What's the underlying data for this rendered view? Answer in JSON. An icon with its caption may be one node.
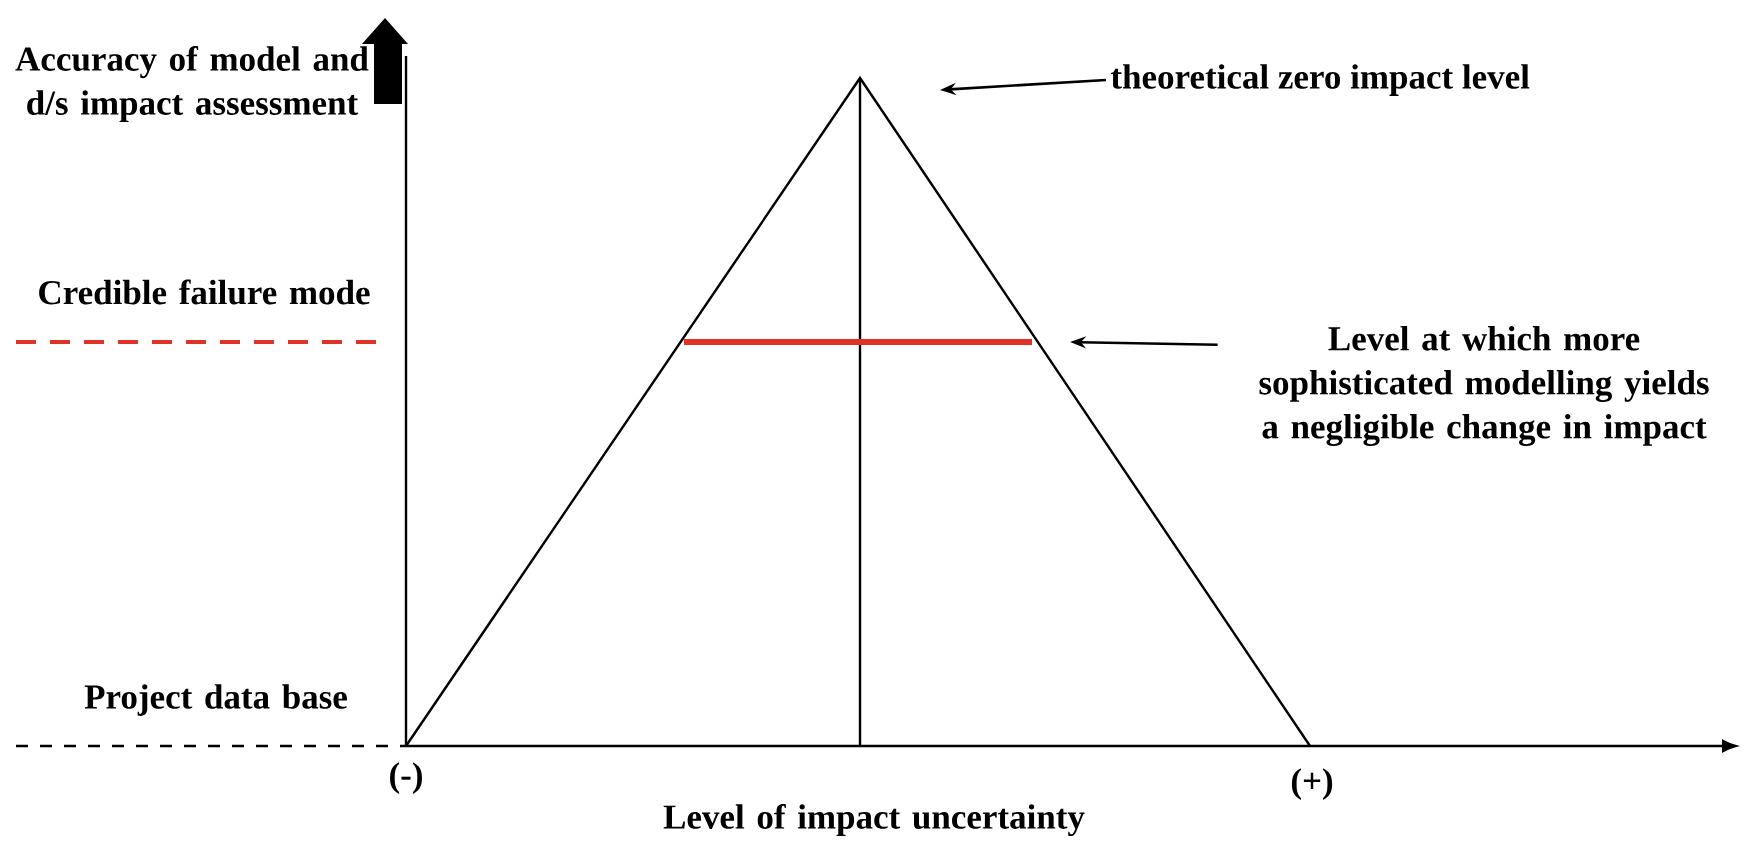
{
  "diagram": {
    "nodes": [
      {
        "text": [
          "theoretical zero impact level"
        ]
      },
      {
        "text": [
          "Level at which  more sophisticated modelling yields a negligible change in impact"
        ]
      }
    ],
    "edges": [
      {
        "from": 0,
        "to": null,
        "arrow": "to"
      },
      {
        "from": 1,
        "to": null,
        "arrow": "to"
      }
    ],
    "labels": [
      "Accuracy of model and d/s impact assessment",
      "Credible failure mode",
      "Project data base",
      "(-)",
      "(+)",
      "Level of impact uncertainty"
    ]
  }
}
